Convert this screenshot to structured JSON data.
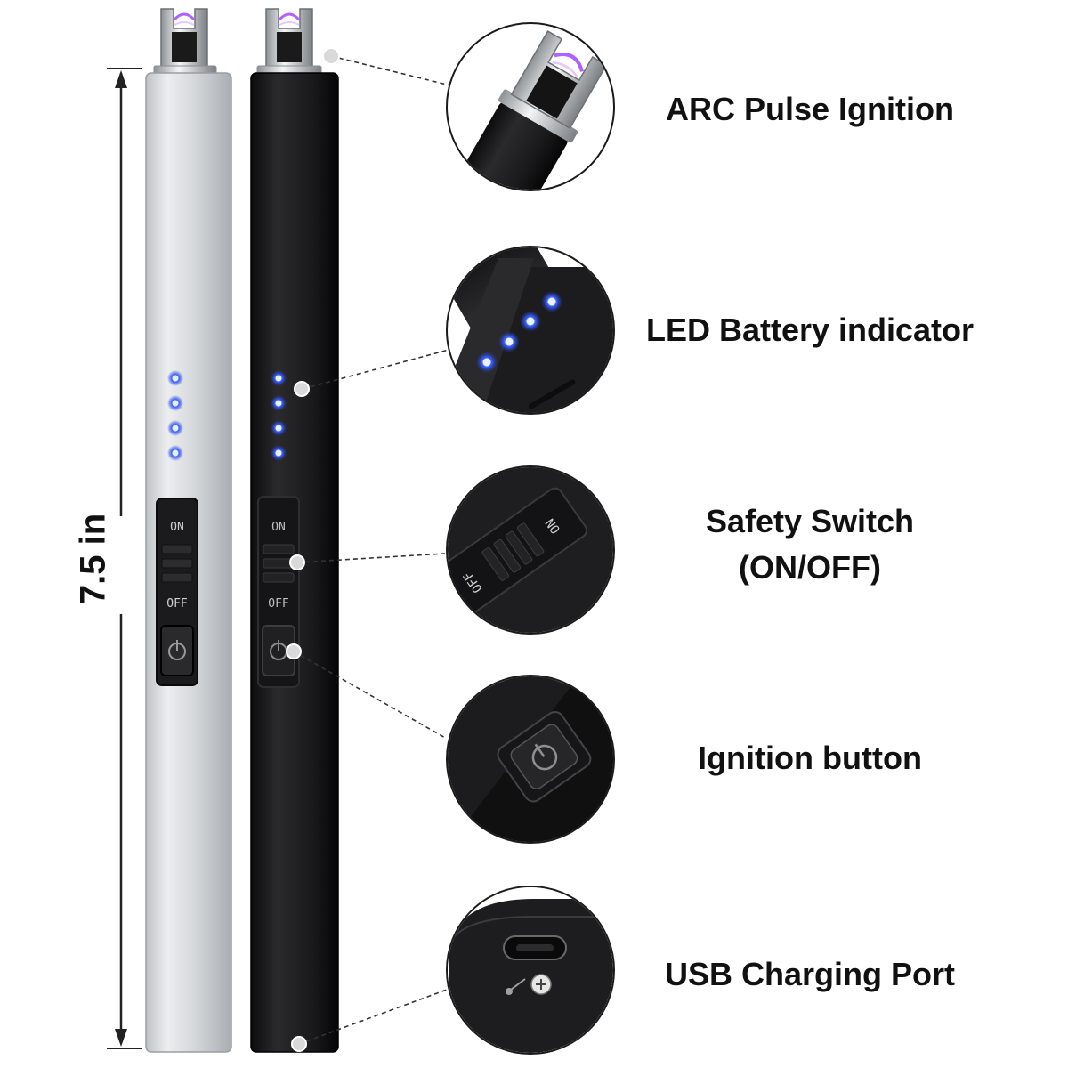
{
  "dimension": {
    "length_label": "7.5 in"
  },
  "features": {
    "arc_ignition": "ARC Pulse Ignition",
    "led_indicator": "LED Battery indicator",
    "safety_switch_line1": "Safety Switch",
    "safety_switch_line2": "(ON/OFF)",
    "ignition_button": "Ignition button",
    "usb_port": "USB Charging Port"
  },
  "switch_labels": {
    "on": "ON",
    "off": "OFF"
  },
  "icons": [
    "power-icon",
    "usb-icon",
    "arc-spark-icon",
    "led-dot-icon"
  ],
  "colors": {
    "silver_body": "#d6d8da",
    "black_body": "#1c1c1e",
    "led_blue": "#2f5bff",
    "arc_purple": "#b060ff",
    "leader_line": "#333333"
  }
}
